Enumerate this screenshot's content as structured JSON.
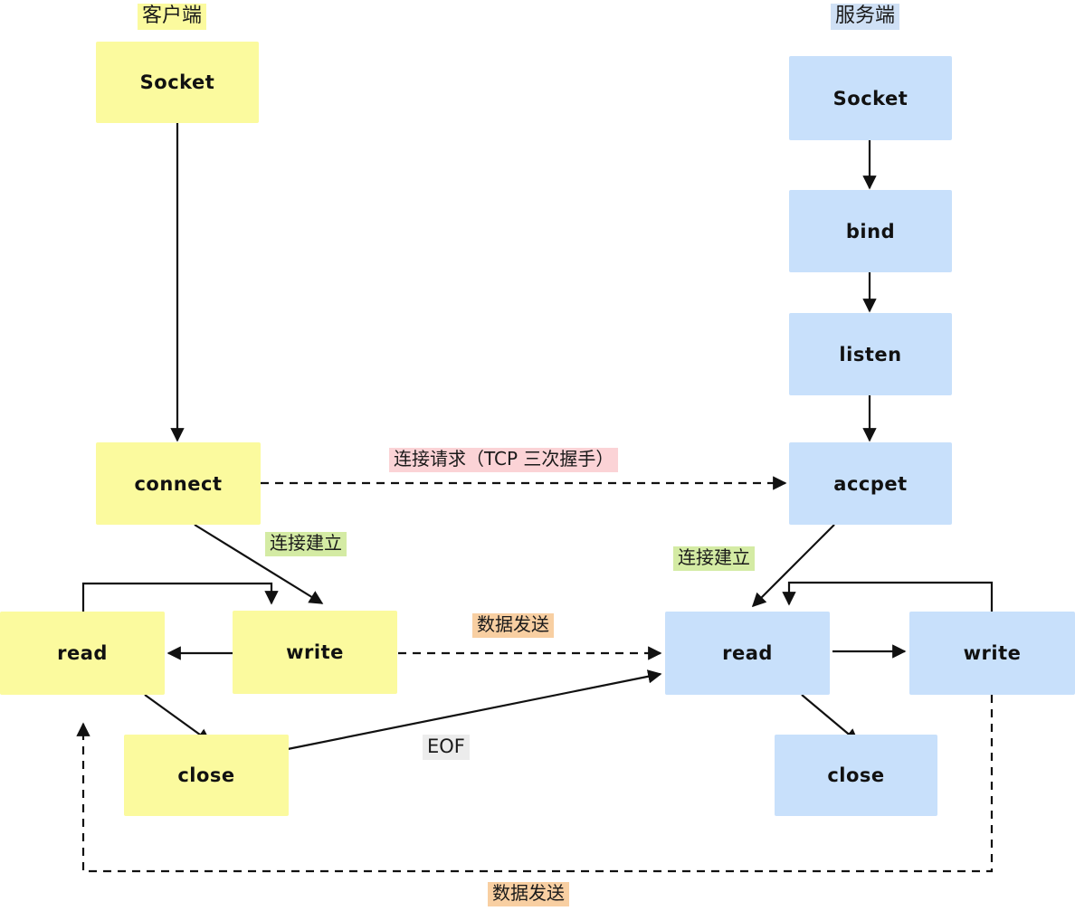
{
  "diagram": {
    "title": "TCP Socket client-server call flow",
    "colors": {
      "client_fill": "#fbfa9e",
      "server_fill": "#c8e0fb",
      "label_connect_request": "#fbd3d6",
      "label_connection_established": "#d4eba4",
      "label_data_send": "#f8cfa2",
      "label_eof": "#ececec",
      "stroke": "#111111"
    },
    "columns": {
      "client_header": "客户端",
      "server_header": "服务端"
    },
    "client_nodes": [
      {
        "id": "client-socket",
        "label": "Socket"
      },
      {
        "id": "client-connect",
        "label": "connect"
      },
      {
        "id": "client-read",
        "label": "read"
      },
      {
        "id": "client-write",
        "label": "write"
      },
      {
        "id": "client-close",
        "label": "close"
      }
    ],
    "server_nodes": [
      {
        "id": "server-socket",
        "label": "Socket"
      },
      {
        "id": "server-bind",
        "label": "bind"
      },
      {
        "id": "server-listen",
        "label": "listen"
      },
      {
        "id": "server-accept",
        "label": "accpet"
      },
      {
        "id": "server-read",
        "label": "read"
      },
      {
        "id": "server-write",
        "label": "write"
      },
      {
        "id": "server-close",
        "label": "close"
      }
    ],
    "edge_labels": {
      "connect_request": "连接请求（TCP 三次握手）",
      "established_client": "连接建立",
      "established_server": "连接建立",
      "data_send_top": "数据发送",
      "eof": "EOF",
      "data_send_bottom": "数据发送"
    }
  }
}
